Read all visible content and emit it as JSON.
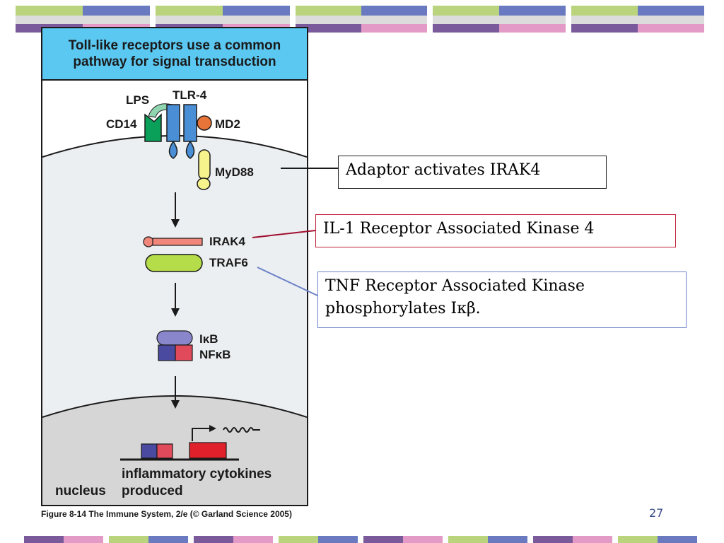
{
  "figure": {
    "title": "Toll-like receptors use a common pathway for signal transduction",
    "labels": {
      "lps": "LPS",
      "tlr4": "TLR-4",
      "cd14": "CD14",
      "md2": "MD2",
      "myd88": "MyD88",
      "irak4": "IRAK4",
      "traf6": "TRAF6",
      "ikb": "IκB",
      "nfkb": "NFκB",
      "inflammatory": "inflammatory cytokines",
      "produced": "produced",
      "nucleus": "nucleus"
    },
    "caption": "Figure 8-14  The Immune System, 2/e (© Garland Science 2005)"
  },
  "callouts": {
    "adaptor": "Adaptor activates IRAK4",
    "irak4": "IL-1 Receptor Associated Kinase 4",
    "traf6_line1": "TNF Receptor Associated Kinase",
    "traf6_line2": "phosphorylates Iκβ."
  },
  "page_number": "27",
  "colors": {
    "title_bg": "#5bc8f2",
    "membrane_cytoplasm": "#eceff1",
    "nucleus": "#d6d6d6",
    "cd14": "#0aa05a",
    "tlr4": "#4a8fd6",
    "md2": "#e8743a",
    "myd88": "#f6f28c",
    "irak4": "#f0877a",
    "traf6": "#b5dd4a",
    "ikb": "#8a86cc",
    "nfkb_left": "#4a4aa0",
    "nfkb_right": "#e04a5a",
    "gene_red": "#e0202a",
    "deco_green": "#b9d47c",
    "deco_blue": "#6a7ac0",
    "deco_purple": "#7a5a9a",
    "deco_pink": "#e39ac6"
  }
}
